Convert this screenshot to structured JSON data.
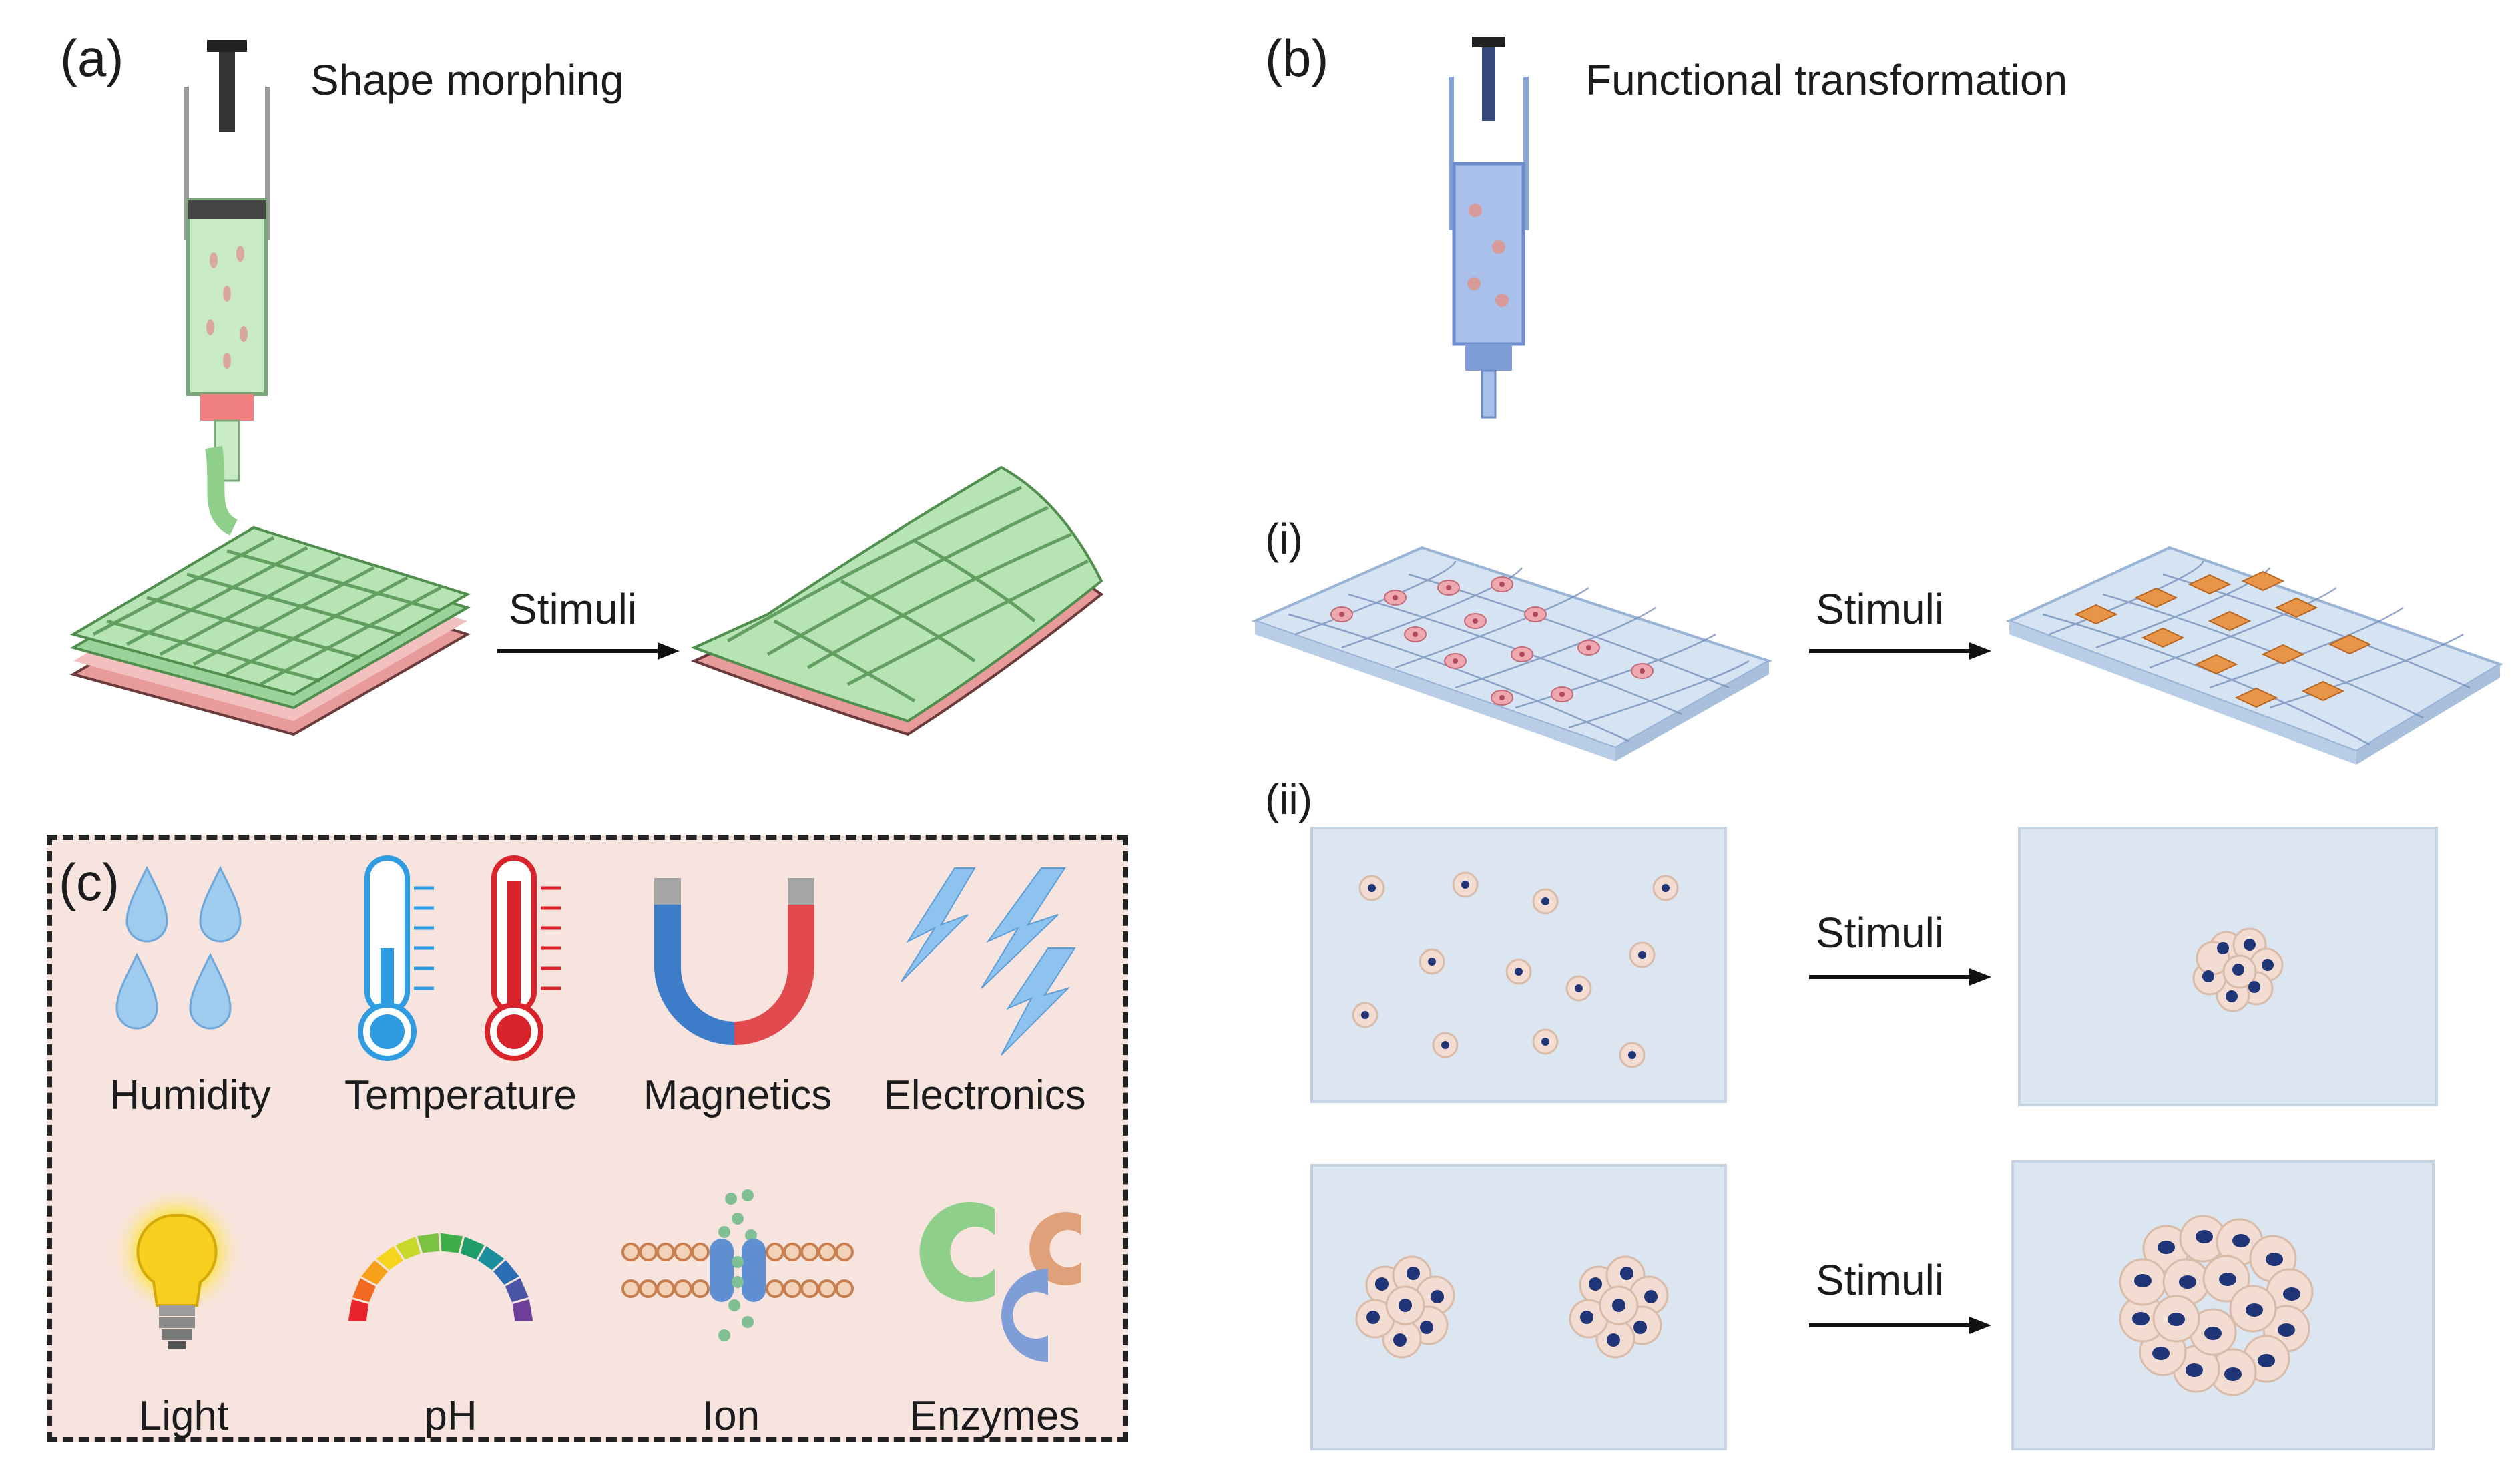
{
  "panel_a": {
    "label": "(a)",
    "title": "Shape morphing",
    "arrow_label": "Stimuli"
  },
  "panel_b": {
    "label": "(b)",
    "title": "Functional transformation",
    "sub_i": {
      "label": "(i)",
      "arrow_label": "Stimuli"
    },
    "sub_ii": {
      "label": "(ii)",
      "arrow_label_1": "Stimuli",
      "arrow_label_2": "Stimuli"
    }
  },
  "panel_c": {
    "label": "(c)",
    "items": [
      {
        "label": "Humidity",
        "icon": "water-drops-icon"
      },
      {
        "label": "Temperature",
        "icon": "thermometer-icon"
      },
      {
        "label": "Magnetics",
        "icon": "magnet-icon"
      },
      {
        "label": "Electronics",
        "icon": "lightning-icon"
      },
      {
        "label": "Light",
        "icon": "light-bulb-icon"
      },
      {
        "label": "pH",
        "icon": "ph-scale-icon"
      },
      {
        "label": "Ion",
        "icon": "ion-channel-icon"
      },
      {
        "label": "Enzymes",
        "icon": "enzyme-icon"
      }
    ]
  },
  "colors": {
    "bioink_green": "#b7e4b5",
    "bioink_blue": "#9db8e6",
    "substrate_pink": "#f2b8b8",
    "panel_c_bg": "#f7e4de",
    "well_bg": "#dce6f0",
    "cell_nucleus": "#1f3577"
  }
}
